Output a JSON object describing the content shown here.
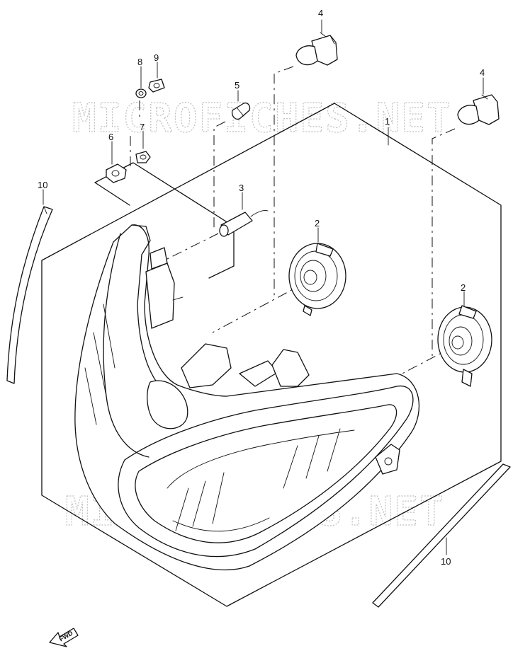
{
  "watermark": "MICROFICHES.NET",
  "direction_label": "FWD",
  "callouts": [
    {
      "id": "c1",
      "label": "1"
    },
    {
      "id": "c2a",
      "label": "2"
    },
    {
      "id": "c2b",
      "label": "2"
    },
    {
      "id": "c3",
      "label": "3"
    },
    {
      "id": "c4a",
      "label": "4"
    },
    {
      "id": "c4b",
      "label": "4"
    },
    {
      "id": "c5",
      "label": "5"
    },
    {
      "id": "c6",
      "label": "6"
    },
    {
      "id": "c7",
      "label": "7"
    },
    {
      "id": "c8",
      "label": "8"
    },
    {
      "id": "c9",
      "label": "9"
    },
    {
      "id": "c10a",
      "label": "10"
    },
    {
      "id": "c10b",
      "label": "10"
    }
  ]
}
